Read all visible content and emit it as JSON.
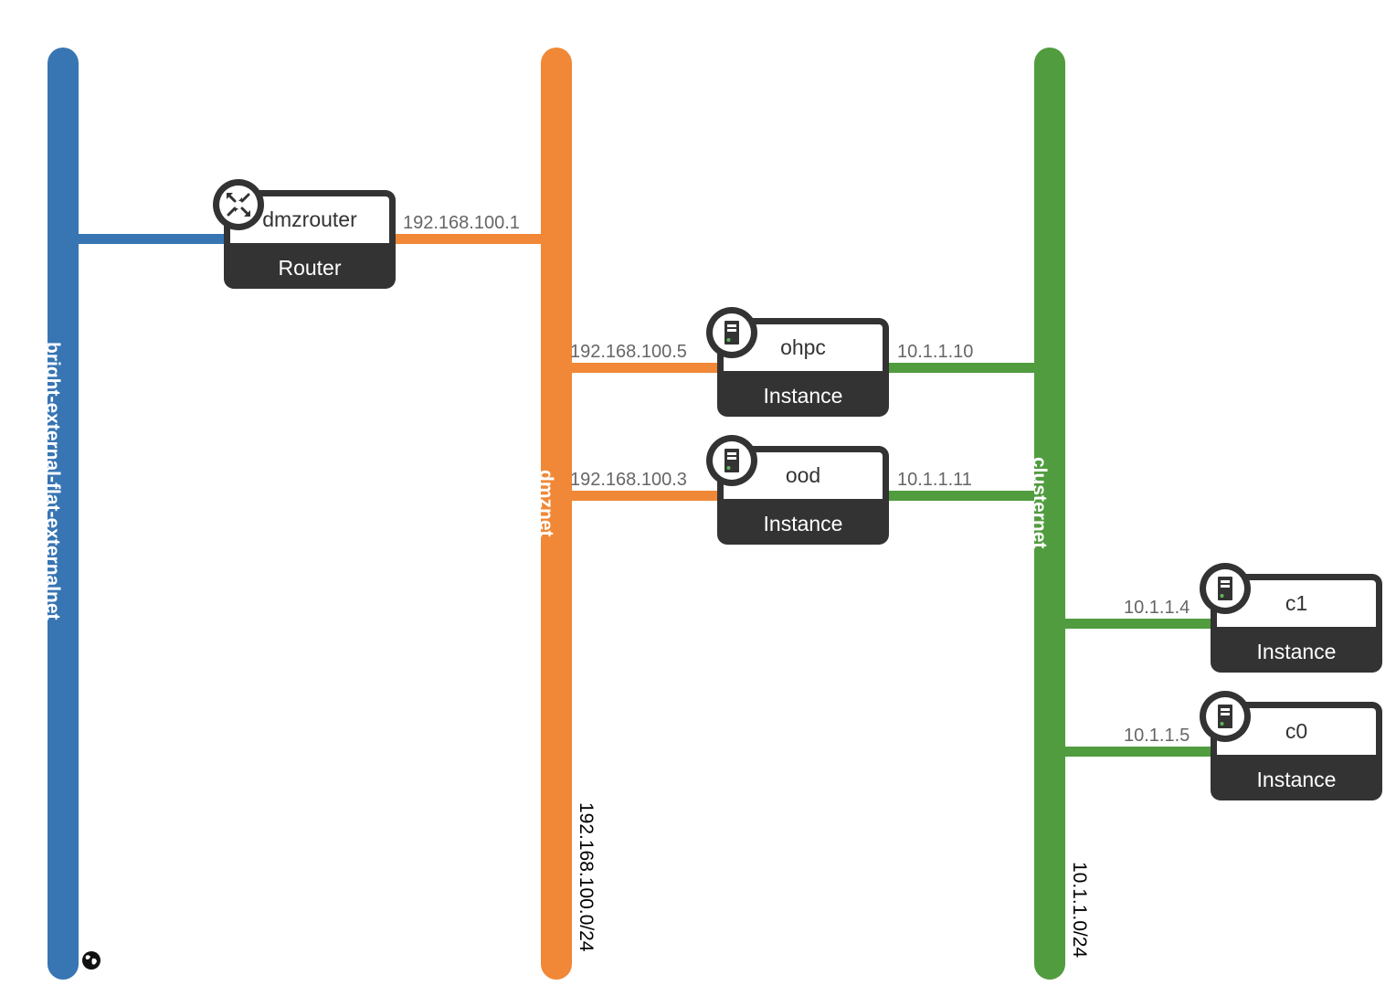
{
  "colors": {
    "external": "#3875b3",
    "dmz": "#f08837",
    "cluster": "#519c3f",
    "node_dark": "#333333",
    "ip_text": "#666666"
  },
  "networks": [
    {
      "name": "bright-external-flat-externalnet",
      "cidr": "",
      "icon": "globe-icon"
    },
    {
      "name": "dmznet",
      "cidr": "192.168.100.0/24"
    },
    {
      "name": "clusternet",
      "cidr": "10.1.1.0/24"
    }
  ],
  "nodes": [
    {
      "name": "dmzrouter",
      "type": "Router",
      "icon": "router-icon"
    },
    {
      "name": "ohpc",
      "type": "Instance",
      "icon": "server-icon"
    },
    {
      "name": "ood",
      "type": "Instance",
      "icon": "server-icon"
    },
    {
      "name": "c1",
      "type": "Instance",
      "icon": "server-icon"
    },
    {
      "name": "c0",
      "type": "Instance",
      "icon": "server-icon"
    }
  ],
  "links": [
    {
      "from": "dmzrouter",
      "network": "bright-external-flat-externalnet",
      "ip": ""
    },
    {
      "from": "dmzrouter",
      "network": "dmznet",
      "ip": "192.168.100.1"
    },
    {
      "from": "ohpc",
      "network": "dmznet",
      "ip": "192.168.100.5"
    },
    {
      "from": "ohpc",
      "network": "clusternet",
      "ip": "10.1.1.10"
    },
    {
      "from": "ood",
      "network": "dmznet",
      "ip": "192.168.100.3"
    },
    {
      "from": "ood",
      "network": "clusternet",
      "ip": "10.1.1.11"
    },
    {
      "from": "c1",
      "network": "clusternet",
      "ip": "10.1.1.4"
    },
    {
      "from": "c0",
      "network": "clusternet",
      "ip": "10.1.1.5"
    }
  ]
}
